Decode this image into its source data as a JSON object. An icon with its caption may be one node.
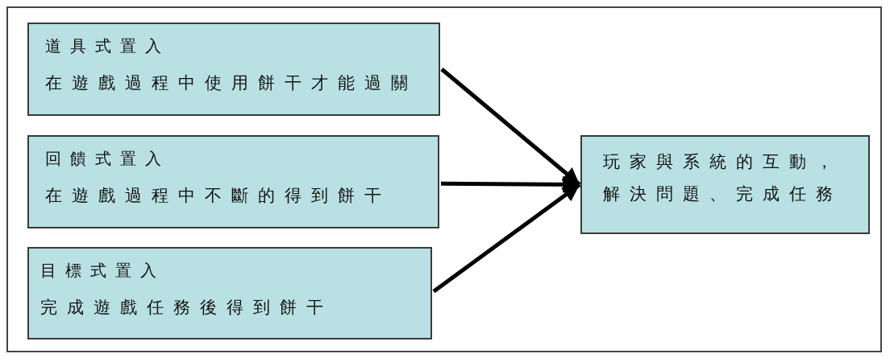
{
  "diagram": {
    "nodes": [
      {
        "text": [
          "道具式置入",
          "在遊戲過程中使用餅干才能過關"
        ]
      },
      {
        "text": [
          "回饋式置入",
          "在遊戲過程中不斷的得到餅干"
        ]
      },
      {
        "text": [
          "目標式置入",
          "完成遊戲任務後得到餅干"
        ]
      },
      {
        "text": [
          "玩家與系統的互動，解決問題、完成任務"
        ]
      }
    ],
    "edges": [
      {
        "from": 0,
        "to": 3,
        "arrow": "to"
      },
      {
        "from": 1,
        "to": 3,
        "arrow": "to"
      },
      {
        "from": 2,
        "to": 3,
        "arrow": "to"
      }
    ]
  }
}
